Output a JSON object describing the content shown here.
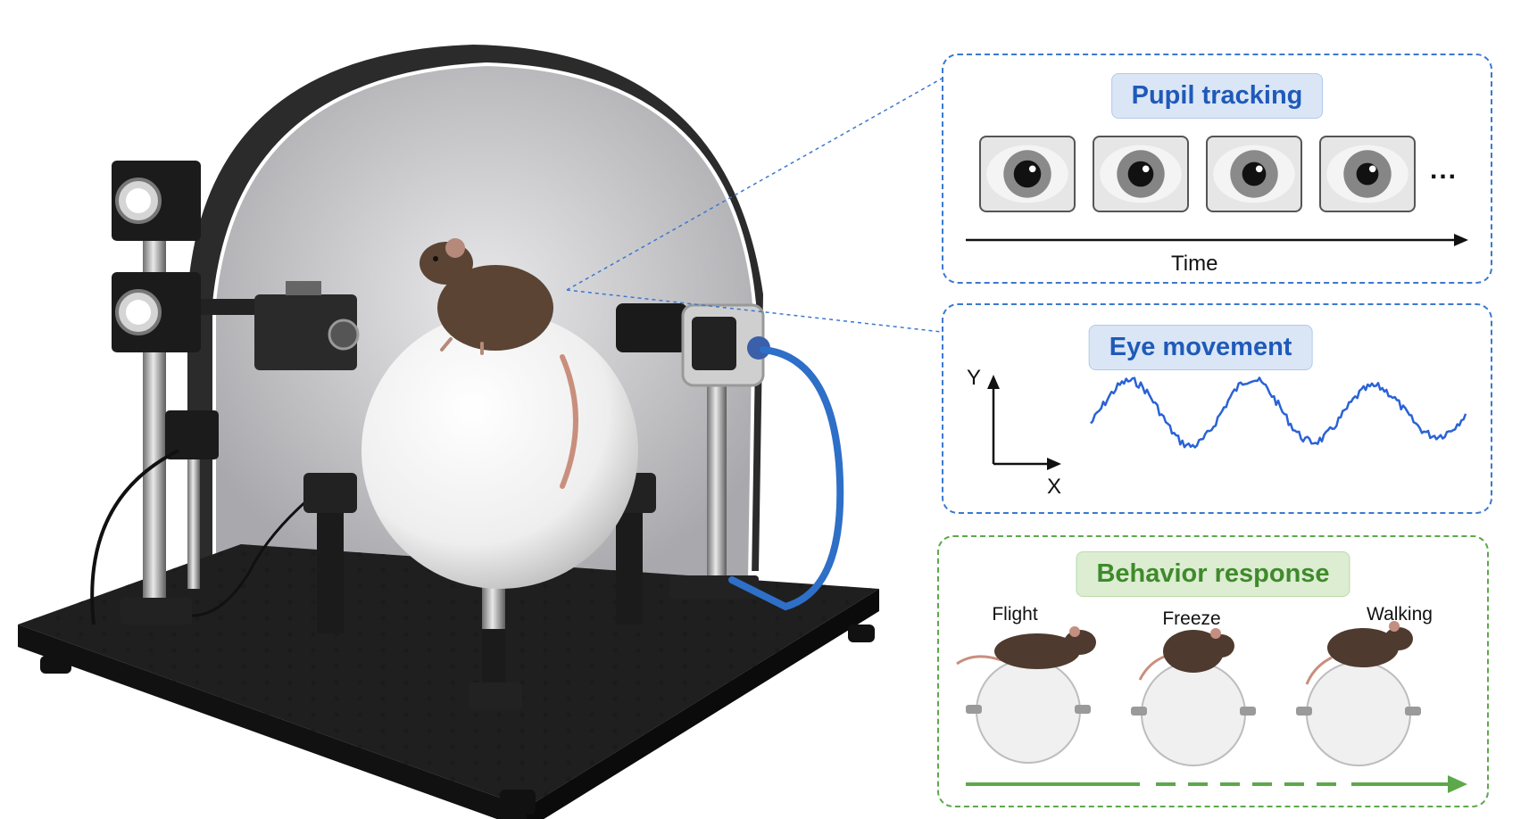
{
  "pupil_tracking": {
    "title": "Pupil tracking",
    "time_label": "Time",
    "ellipsis": "..."
  },
  "eye_movement": {
    "title": "Eye movement",
    "y_label": "Y",
    "x_label": "X"
  },
  "behavior_response": {
    "title": "Behavior response",
    "states": [
      "Flight",
      "Freeze",
      "Walking"
    ]
  },
  "colors": {
    "blue_accent": "#1f5ab8",
    "blue_border": "#3b78cf",
    "green_accent": "#3f8a2b",
    "green_border": "#5da84a",
    "trace": "#2a62d6"
  }
}
